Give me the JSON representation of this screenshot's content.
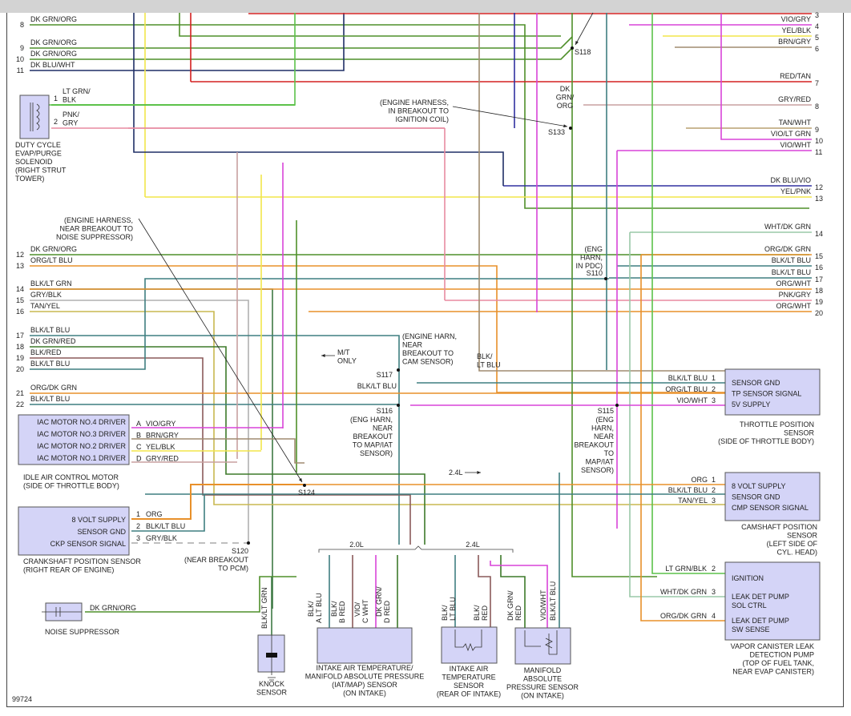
{
  "diagram_id": "99724",
  "colors": {
    "dk_grn_org": "#4f8f2a",
    "dk_blu_wht": "#1f2f66",
    "lt_grn_blk": "#5cc24a",
    "pnk_gry": "#e88aa0",
    "red": "#d42020",
    "yel": "#f2e64a",
    "vio": "#d844d8",
    "brn_gry": "#a08c70",
    "gry_red": "#c8a0a0",
    "tan": "#b8a070",
    "dk_blu_vio": "#3030a0",
    "org": "#e8902a",
    "blk_lt_blu": "#3f7f80",
    "blk_lt_grn": "#3e7a44",
    "gry_blk": "#b0b0b0",
    "tan_yel": "#c8b850",
    "dk_grn_red": "#3d7a2a",
    "blk_red": "#8a5a5a",
    "wht_dk_grn": "#9ac8a8",
    "component_fill": "#d4d4f7"
  },
  "left_wires": [
    {
      "num": "8",
      "label": "DK GRN/ORG"
    },
    {
      "num": "9",
      "label": "DK GRN/ORG"
    },
    {
      "num": "10",
      "label": "DK GRN/ORG"
    },
    {
      "num": "11",
      "label": "DK BLU/WHT"
    },
    {
      "num": "12",
      "label": "DK GRN/ORG"
    },
    {
      "num": "13",
      "label": "ORG/LT BLU"
    },
    {
      "num": "14",
      "label": "BLK/LT GRN"
    },
    {
      "num": "15",
      "label": "GRY/BLK"
    },
    {
      "num": "16",
      "label": "TAN/YEL"
    },
    {
      "num": "17",
      "label": "BLK/LT BLU"
    },
    {
      "num": "18",
      "label": "DK GRN/RED"
    },
    {
      "num": "19",
      "label": "BLK/RED"
    },
    {
      "num": "20",
      "label": "BLK/LT BLU"
    },
    {
      "num": "21",
      "label": "ORG/DK GRN"
    },
    {
      "num": "22",
      "label": "BLK/LT BLU"
    }
  ],
  "right_wires": [
    {
      "num": "3",
      "label": ""
    },
    {
      "num": "4",
      "label": "VIO/GRY"
    },
    {
      "num": "5",
      "label": "YEL/BLK"
    },
    {
      "num": "6",
      "label": "BRN/GRY"
    },
    {
      "num": "7",
      "label": "RED/TAN"
    },
    {
      "num": "8",
      "label": "GRY/RED"
    },
    {
      "num": "9",
      "label": "TAN/WHT"
    },
    {
      "num": "10",
      "label": "VIO/LT GRN"
    },
    {
      "num": "11",
      "label": "VIO/WHT"
    },
    {
      "num": "12",
      "label": "DK BLU/VIO"
    },
    {
      "num": "13",
      "label": "YEL/PNK"
    },
    {
      "num": "14",
      "label": "WHT/DK GRN"
    },
    {
      "num": "15",
      "label": "ORG/DK GRN"
    },
    {
      "num": "16",
      "label": "BLK/LT BLU"
    },
    {
      "num": "17",
      "label": "BLK/LT BLU"
    },
    {
      "num": "18",
      "label": "ORG/WHT"
    },
    {
      "num": "19",
      "label": "PNK/GRY"
    },
    {
      "num": "20",
      "label": "ORG/WHT"
    }
  ],
  "components": {
    "purge_solenoid": {
      "title": [
        "DUTY CYCLE",
        "EVAP/PURGE",
        "SOLENOID",
        "(RIGHT STRUT",
        "TOWER)"
      ],
      "pins": [
        {
          "num": "1",
          "wire": [
            "LT GRN/",
            "BLK"
          ]
        },
        {
          "num": "2",
          "wire": [
            "PNK/",
            "GRY"
          ]
        }
      ]
    },
    "iac_motor": {
      "title": [
        "IDLE AIR CONTROL MOTOR",
        "(SIDE OF THROTTLE BODY)"
      ],
      "functions": [
        "IAC MOTOR NO.4 DRIVER",
        "IAC MOTOR NO.3 DRIVER",
        "IAC MOTOR NO.2 DRIVER",
        "IAC MOTOR NO.1 DRIVER"
      ],
      "pins": [
        {
          "num": "A",
          "wire": "VIO/GRY"
        },
        {
          "num": "B",
          "wire": "BRN/GRY"
        },
        {
          "num": "C",
          "wire": "YEL/BLK"
        },
        {
          "num": "D",
          "wire": "GRY/RED"
        }
      ]
    },
    "ckp_sensor": {
      "title": [
        "CRANKSHAFT POSITION SENSOR",
        "(RIGHT REAR OF ENGINE)"
      ],
      "functions": [
        "8 VOLT SUPPLY",
        "SENSOR GND",
        "CKP SENSOR SIGNAL"
      ],
      "pins": [
        {
          "num": "1",
          "wire": "ORG"
        },
        {
          "num": "2",
          "wire": "BLK/LT BLU"
        },
        {
          "num": "3",
          "wire": "GRY/BLK"
        }
      ]
    },
    "noise_suppressor": {
      "title": "NOISE SUPPRESSOR",
      "wire": "DK GRN/ORG"
    },
    "knock_sensor": {
      "title": [
        "KNOCK",
        "SENSOR"
      ],
      "wire": "BLK/LT GRN"
    },
    "iat_map_sensor": {
      "title": [
        "INTAKE AIR TEMPERATURE/",
        "MANIFOLD ABSOLUTE PRESSURE",
        "(IAT/MAP) SENSOR",
        "(ON INTAKE)"
      ],
      "pins": [
        {
          "num": "A",
          "wire": [
            "BLK/",
            "LT BLU"
          ]
        },
        {
          "num": "B",
          "wire": [
            "BLK/",
            "RED"
          ]
        },
        {
          "num": "C",
          "wire": [
            "VIO/",
            "WHT"
          ]
        },
        {
          "num": "D",
          "wire": [
            "DK GRN/",
            "RED"
          ]
        }
      ]
    },
    "iat_sensor": {
      "title": [
        "INTAKE AIR",
        "TEMPERATURE",
        "SENSOR",
        "(REAR OF INTAKE)"
      ],
      "wires": [
        [
          "BLK/",
          "LT BLU"
        ],
        [
          "BLK/",
          "RED"
        ]
      ]
    },
    "map_sensor": {
      "title": [
        "MANIFOLD",
        "ABSOLUTE",
        "PRESSURE SENSOR",
        "(ON INTAKE)"
      ],
      "wires": [
        [
          "DK GRN/",
          "RED"
        ],
        [
          "VIO/WHT"
        ],
        [
          "BLK/LT BLU"
        ]
      ]
    },
    "tp_sensor": {
      "title": [
        "THROTTLE POSITION",
        "SENSOR",
        "(SIDE OF THROTTLE BODY)"
      ],
      "functions": [
        "SENSOR GND",
        "TP SENSOR SIGNAL",
        "5V SUPPLY"
      ],
      "pins": [
        {
          "num": "1",
          "wire": "BLK/LT BLU"
        },
        {
          "num": "2",
          "wire": "ORG/LT BLU"
        },
        {
          "num": "3",
          "wire": "VIO/WHT"
        }
      ]
    },
    "cmp_sensor": {
      "title": [
        "CAMSHAFT POSITION",
        "SENSOR",
        "(LEFT SIDE OF",
        "CYL. HEAD)"
      ],
      "functions": [
        "8 VOLT SUPPLY",
        "SENSOR GND",
        "CMP SENSOR SIGNAL"
      ],
      "pins": [
        {
          "num": "1",
          "wire": "ORG"
        },
        {
          "num": "2",
          "wire": "BLK/LT BLU"
        },
        {
          "num": "3",
          "wire": "TAN/YEL"
        }
      ]
    },
    "leak_pump": {
      "title": [
        "VAPOR CANISTER LEAK",
        "DETECTION PUMP",
        "(TOP OF FUEL TANK,",
        "NEAR EVAP CANISTER)"
      ],
      "functions": [
        [
          "IGNITION"
        ],
        [
          "LEAK DET PUMP",
          "SOL CTRL"
        ],
        [
          "LEAK DET PUMP",
          "SW SENSE"
        ]
      ],
      "pins": [
        {
          "num": "2",
          "wire": "LT GRN/BLK"
        },
        {
          "num": "3",
          "wire": "WHT/DK GRN"
        },
        {
          "num": "4",
          "wire": "ORG/DK GRN"
        }
      ]
    }
  },
  "splices": {
    "S118": {
      "id": "S118"
    },
    "S133": {
      "id": "S133",
      "wire": [
        "DK",
        "GRN/",
        "ORG"
      ],
      "note": [
        "(ENGINE HARNESS,",
        "IN BREAKOUT TO",
        "IGNITION COIL)"
      ]
    },
    "S110": {
      "id": "S110",
      "note": [
        "(ENG",
        "HARN,",
        "IN PDC)"
      ]
    },
    "S117": {
      "id": "S117",
      "wire": "BLK/LT BLU",
      "note": [
        "(ENGINE HARN,",
        "NEAR",
        "BREAKOUT TO",
        "CAM SENSOR)"
      ]
    },
    "S116": {
      "id": "S116",
      "note": [
        "(ENG HARN,",
        "NEAR",
        "BREAKOUT",
        "TO MAP/IAT",
        "SENSOR)"
      ]
    },
    "S115": {
      "id": "S115",
      "note": [
        "(ENG",
        "HARN,",
        "NEAR",
        "BREAKOUT",
        "TO",
        "MAP/IAT",
        "SENSOR)"
      ]
    },
    "S124": {
      "id": "S124",
      "note": [
        "(ENGINE HARNESS,",
        "NEAR BREAKOUT TO",
        "NOISE SUPPRESSOR)"
      ]
    },
    "S120": {
      "id": "S120",
      "note": [
        "(NEAR BREAKOUT",
        "TO PCM)"
      ]
    }
  },
  "annotations": {
    "mt_only": [
      "M/T",
      "ONLY"
    ],
    "blk_lt_blu_mid": [
      "BLK/",
      "LT BLU"
    ],
    "label_24l_arrow": "2.4L",
    "bracket_20l": "2.0L",
    "bracket_24l": "2.4L"
  }
}
